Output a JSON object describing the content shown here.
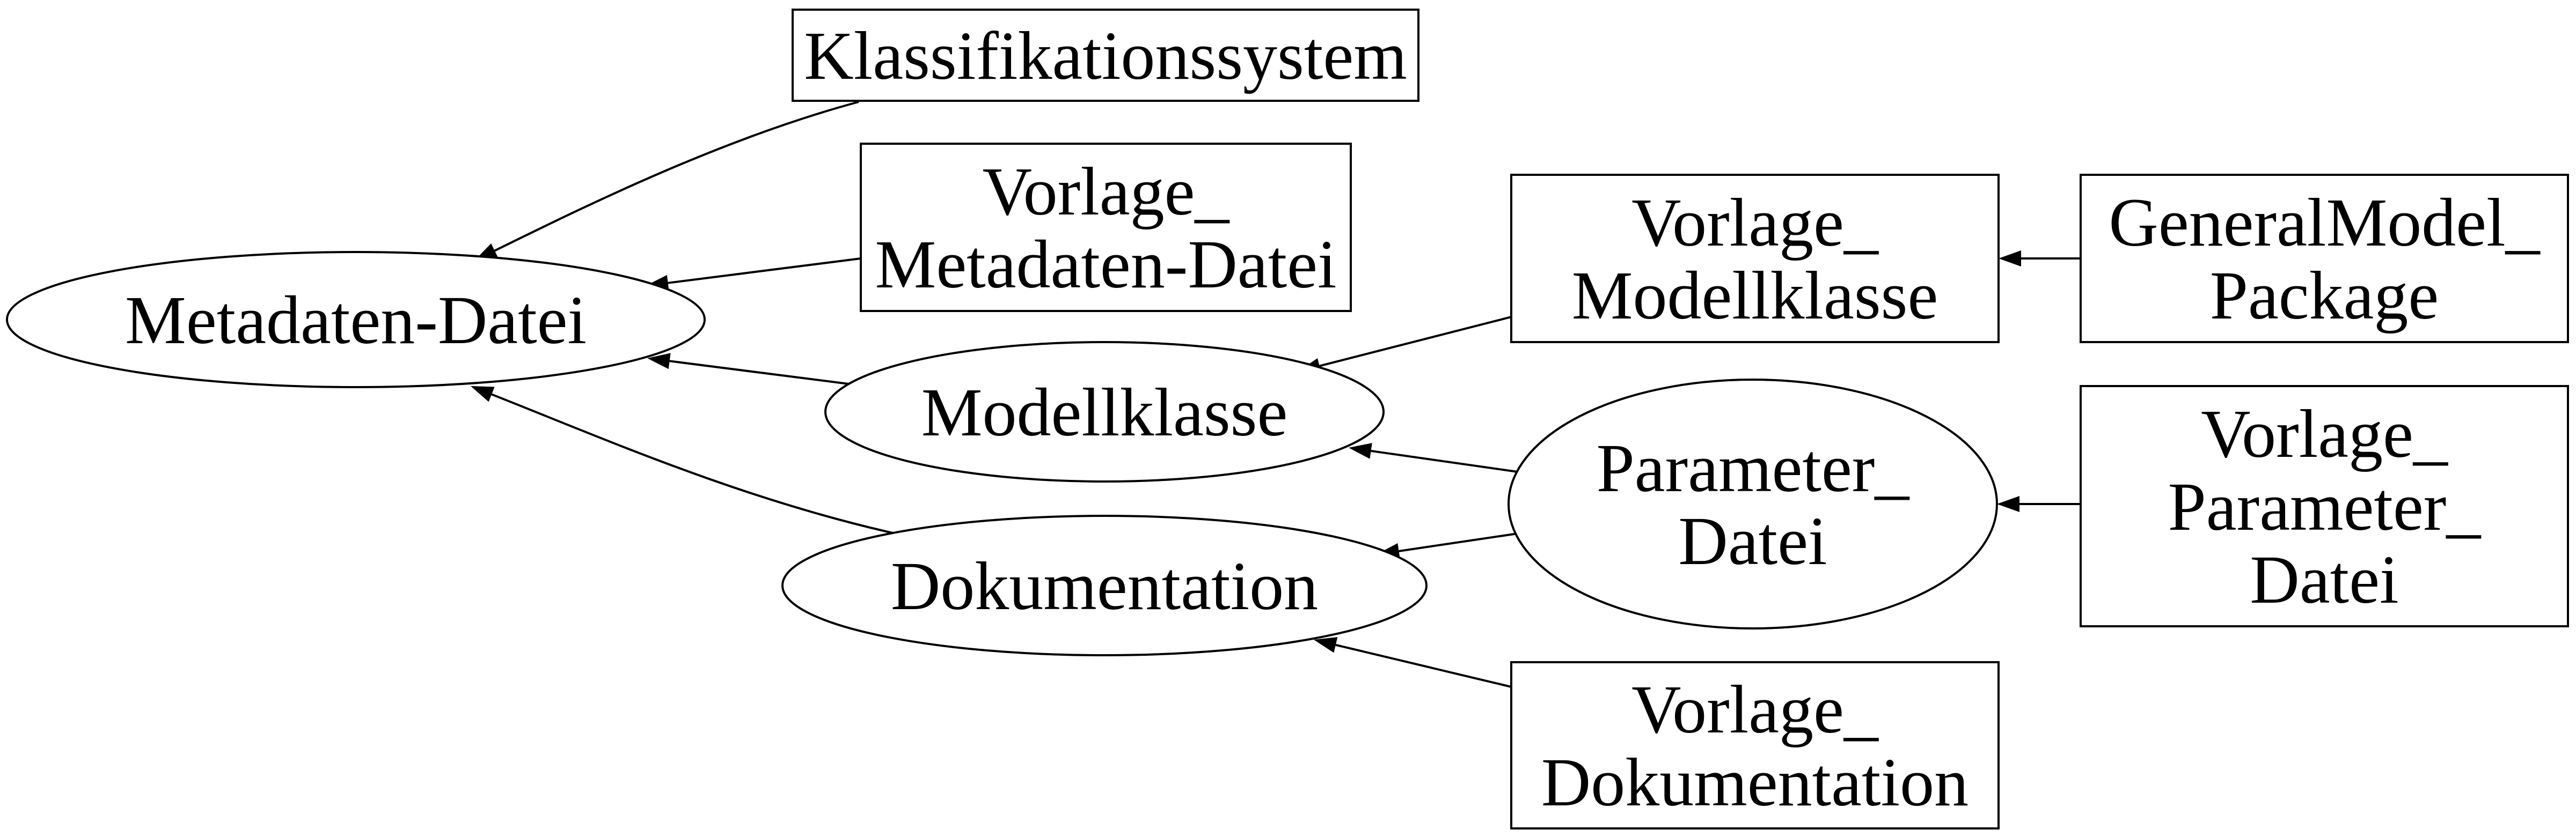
{
  "diagram": {
    "nodes": [
      {
        "id": "klassifikationssystem",
        "shape": "box",
        "lines": [
          "Klassifikationssystem"
        ]
      },
      {
        "id": "vorlage-metadaten-datei",
        "shape": "box",
        "lines": [
          "Vorlage_",
          "Metadaten-Datei"
        ]
      },
      {
        "id": "metadaten-datei",
        "shape": "ellipse",
        "lines": [
          "Metadaten-Datei"
        ]
      },
      {
        "id": "modellklasse",
        "shape": "ellipse",
        "lines": [
          "Modellklasse"
        ]
      },
      {
        "id": "dokumentation",
        "shape": "ellipse",
        "lines": [
          "Dokumentation"
        ]
      },
      {
        "id": "vorlage-modellklasse",
        "shape": "box",
        "lines": [
          "Vorlage_",
          "Modellklasse"
        ]
      },
      {
        "id": "parameter-datei",
        "shape": "ellipse",
        "lines": [
          "Parameter_",
          "Datei"
        ]
      },
      {
        "id": "vorlage-dokumentation",
        "shape": "box",
        "lines": [
          "Vorlage_",
          "Dokumentation"
        ]
      },
      {
        "id": "generalmodel-package",
        "shape": "box",
        "lines": [
          "GeneralModel_",
          "Package"
        ]
      },
      {
        "id": "vorlage-parameter-datei",
        "shape": "box",
        "lines": [
          "Vorlage_",
          "Parameter_",
          "Datei"
        ]
      }
    ],
    "edges": [
      {
        "from": "klassifikationssystem",
        "to": "metadaten-datei"
      },
      {
        "from": "vorlage-metadaten-datei",
        "to": "metadaten-datei"
      },
      {
        "from": "modellklasse",
        "to": "metadaten-datei"
      },
      {
        "from": "dokumentation",
        "to": "metadaten-datei"
      },
      {
        "from": "vorlage-modellklasse",
        "to": "modellklasse"
      },
      {
        "from": "parameter-datei",
        "to": "modellklasse"
      },
      {
        "from": "parameter-datei",
        "to": "dokumentation"
      },
      {
        "from": "vorlage-dokumentation",
        "to": "dokumentation"
      },
      {
        "from": "generalmodel-package",
        "to": "vorlage-modellklasse"
      },
      {
        "from": "vorlage-parameter-datei",
        "to": "parameter-datei"
      }
    ]
  }
}
